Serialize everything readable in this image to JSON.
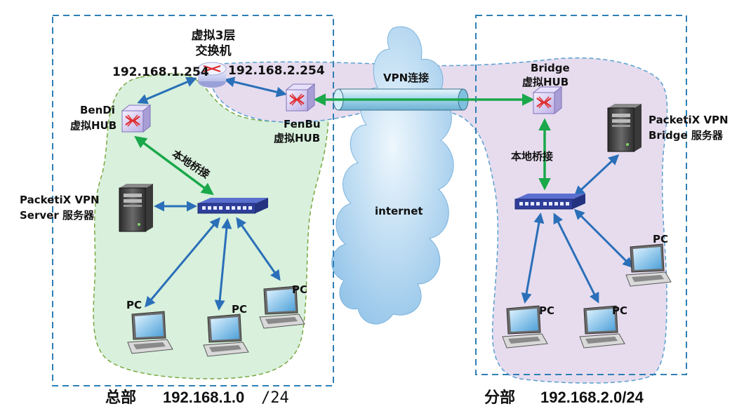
{
  "hq": {
    "footer_name": "总部",
    "footer_cidr": "192.168.1.0",
    "footer_slash": "/24",
    "l3switch_line1": "虚拟3层",
    "l3switch_line2": "交换机",
    "ip_left": "192.168.1.254",
    "ip_right": "192.168.2.254",
    "benDi_line1": "BenDi",
    "benDi_line2": "虚拟HUB",
    "fenBu_line1": "FenBu",
    "fenBu_line2": "虚拟HUB",
    "bridge_link": "本地桥接",
    "server_line1": "PacketiX  VPN",
    "server_line2": "Server  服务器",
    "pc_labels": [
      "PC",
      "PC",
      "PC"
    ]
  },
  "branch": {
    "footer_name": "分部",
    "footer_cidr": "192.168.2.0/24",
    "hub_line1": "Bridge",
    "hub_line2": "虚拟HUB",
    "bridge_link": "本地桥接",
    "server_line1": "PacketiX  VPN",
    "server_line2": "Bridge  服务器",
    "pc_labels": [
      "PC",
      "PC",
      "PC"
    ]
  },
  "vpn_link": "VPN连接",
  "cloud_label": "internet",
  "colors": {
    "hq_zone": "#d8f0dc",
    "branch_zone": "#e6dcee",
    "frame": "#2f7fb5",
    "link_blue": "#2a6fb8",
    "link_green": "#1aa84a",
    "cloud": "#a8d0ef"
  },
  "icons": {
    "l3switch": "router-icon",
    "hub": "virtual-hub-icon",
    "switch": "ethernet-switch-icon",
    "server": "server-tower-icon",
    "pc": "laptop-icon",
    "cloud": "cloud-icon",
    "tunnel": "vpn-tunnel-icon"
  }
}
